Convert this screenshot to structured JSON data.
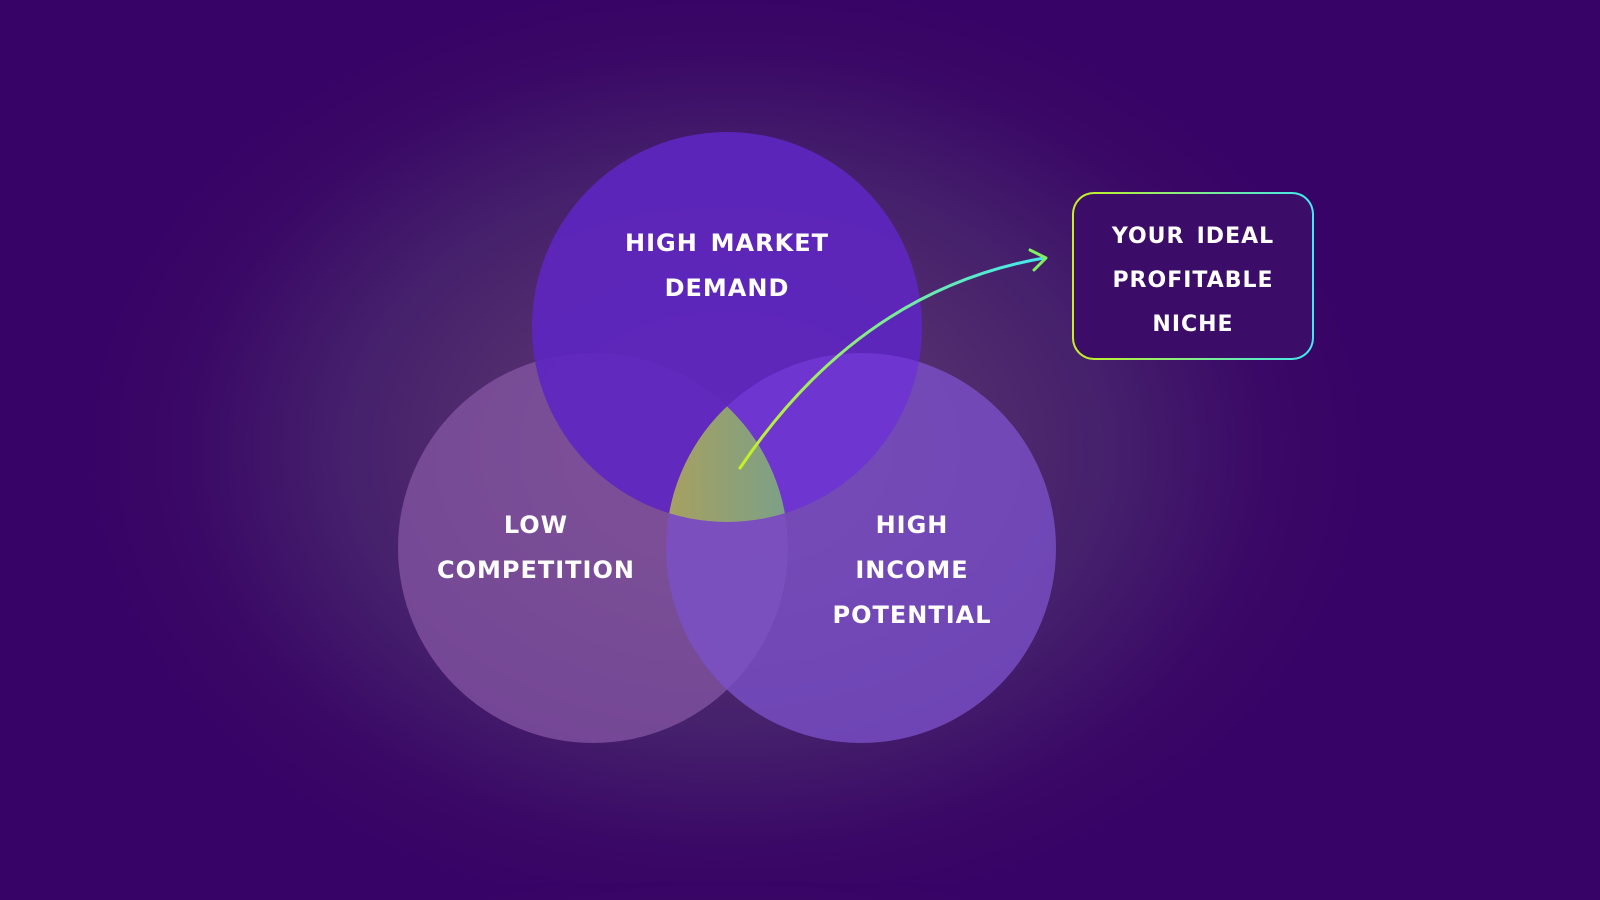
{
  "diagram": {
    "type": "venn",
    "circles": [
      {
        "id": "top",
        "label_lines": [
          "High Market",
          "Demand"
        ],
        "color": "#5c28bd"
      },
      {
        "id": "left",
        "label_lines": [
          "Low",
          "Competition"
        ],
        "color": "#7a4da0"
      },
      {
        "id": "right",
        "label_lines": [
          "High",
          "Income",
          "Potential"
        ],
        "color": "#7046c0"
      }
    ],
    "intersection": {
      "gradient": [
        "#a8a060",
        "#60a0a0",
        "#6aa0f0"
      ]
    },
    "callout": {
      "label_lines": [
        "Your Ideal",
        "Profitable",
        "Niche"
      ],
      "border_gradient": [
        "#c8f020",
        "#40e8f0"
      ]
    },
    "arrow": {
      "gradient": [
        "#c8f020",
        "#40e8f0"
      ]
    },
    "background_color": "#380366"
  }
}
